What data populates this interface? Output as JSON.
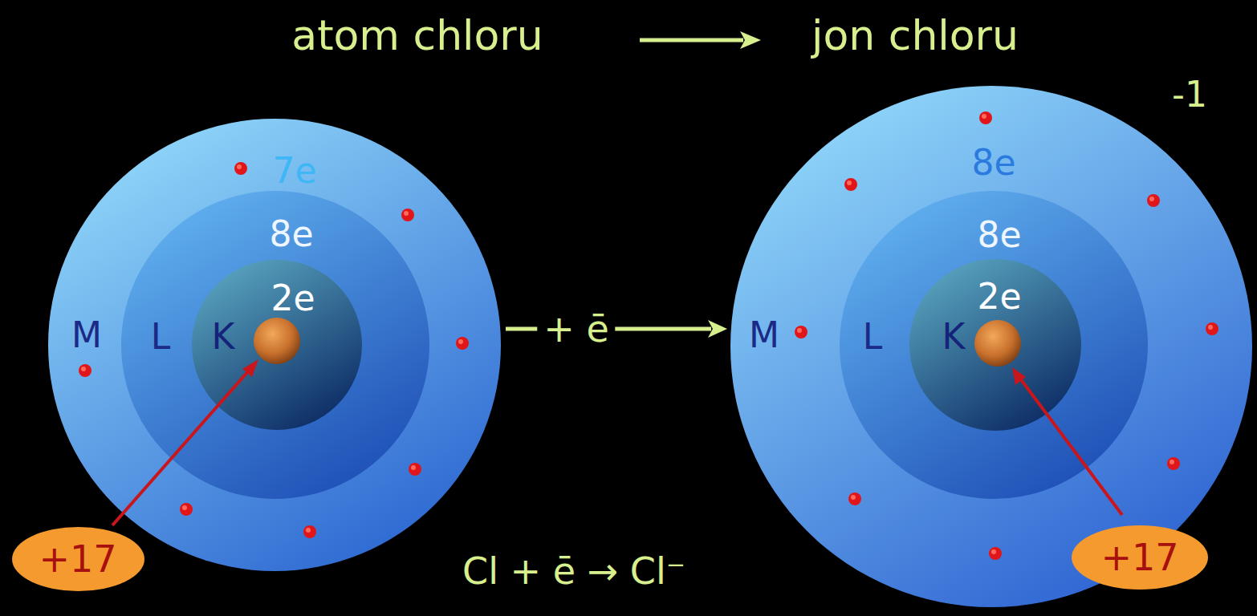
{
  "diagram": {
    "nodes": [
      {
        "text": [
          "7e",
          "M"
        ]
      },
      {
        "text": [
          "8e",
          "L"
        ],
        "in": 0
      },
      {
        "text": [
          "2e",
          "K"
        ],
        "in": 1
      },
      {
        "text": [
          "+17"
        ]
      },
      {
        "text": [
          "8e",
          "M"
        ]
      },
      {
        "text": [
          "8e",
          "L"
        ],
        "in": 4
      },
      {
        "text": [
          "2e",
          "K"
        ],
        "in": 5
      },
      {
        "text": [
          "+17"
        ]
      }
    ],
    "edges": [
      {
        "from": 0,
        "to": 4,
        "label": "+ ē",
        "arrow": "to"
      }
    ],
    "labels": [
      "atom chloru",
      "jon chloru",
      "-1",
      "Cl + ē → Cl⁻"
    ]
  }
}
